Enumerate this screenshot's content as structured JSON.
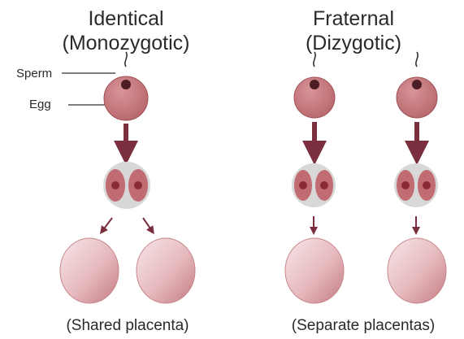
{
  "identical": {
    "title_line1": "Identical",
    "title_line2": "(Monozygotic)",
    "caption": "(Shared placenta)"
  },
  "fraternal": {
    "title_line1": "Fraternal",
    "title_line2": "(Dizygotic)",
    "caption": "(Separate placentas)"
  },
  "labels": {
    "sperm": "Sperm",
    "egg": "Egg"
  },
  "colors": {
    "egg": "#c47a7e",
    "egg_edge": "#9e5257",
    "nucleus": "#4a1e24",
    "arrow": "#7a2e3e",
    "zygote_bg": "#d8d8d8",
    "cell": "#c06c72",
    "cell_nucleus": "#8a2a32",
    "placenta_light": "#f2dcdf",
    "placenta_dark": "#c8868b"
  }
}
